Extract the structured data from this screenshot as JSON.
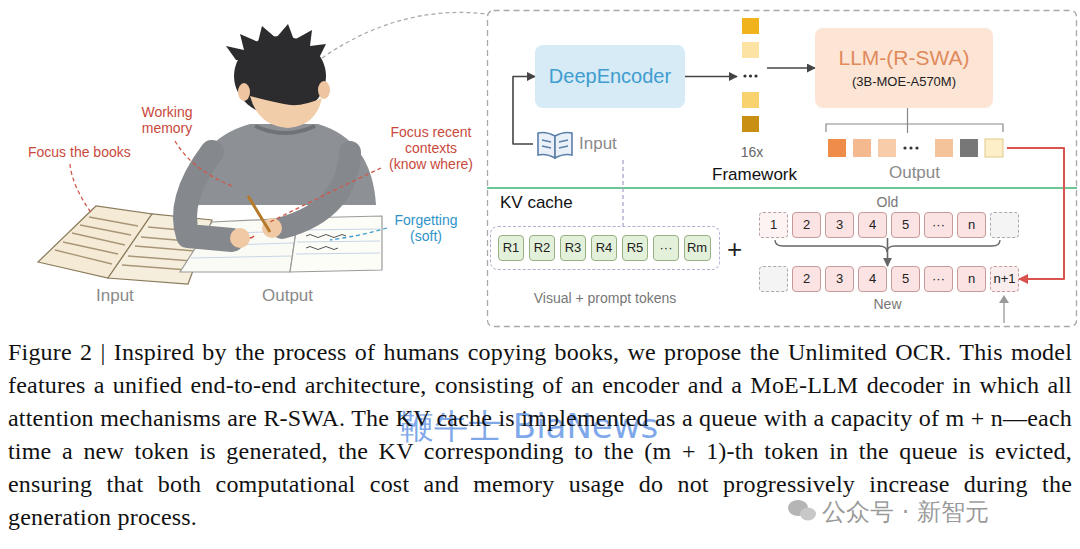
{
  "diagram": {
    "caption": "Figure 2 | Inspired by the process of humans copying books, we propose the Unlimited OCR. This model features a unified end-to-end architecture, consisting of an encoder and a MoE-LLM decoder in which all attention mechanisms are R-SWA. The KV cache is implemented as a queue with a capacity of m + n—each time a new token is generated, the KV corresponding to the (m + 1)-th token in the queue is evicted, ensuring that both computational cost and memory usage do not progressively increase during the generation process.",
    "nodes": [
      {
        "text": [
          "Input"
        ]
      },
      {
        "text": [
          "DeepEncoder"
        ]
      },
      {
        "text": [
          "16x"
        ]
      },
      {
        "text": [
          "LLM-(R-SWA)",
          "(3B-MOE-A570M)"
        ]
      },
      {
        "text": [
          "Output"
        ]
      },
      {
        "text": [
          "Visual + prompt tokens"
        ]
      },
      {
        "text": [
          "R1"
        ],
        "in": 5
      },
      {
        "text": [
          "R2"
        ],
        "in": 5
      },
      {
        "text": [
          "R3"
        ],
        "in": 5
      },
      {
        "text": [
          "R4"
        ],
        "in": 5
      },
      {
        "text": [
          "R5"
        ],
        "in": 5
      },
      {
        "text": [
          "···"
        ],
        "in": 5
      },
      {
        "text": [
          "Rm"
        ],
        "in": 5
      },
      {
        "text": [
          "Old"
        ]
      },
      {
        "text": [
          "1"
        ],
        "in": 13
      },
      {
        "text": [
          "2"
        ],
        "in": 13
      },
      {
        "text": [
          "3"
        ],
        "in": 13
      },
      {
        "text": [
          "4"
        ],
        "in": 13
      },
      {
        "text": [
          "5"
        ],
        "in": 13
      },
      {
        "text": [
          "···"
        ],
        "in": 13
      },
      {
        "text": [
          "n"
        ],
        "in": 13
      },
      {
        "text": [
          "New"
        ]
      },
      {
        "text": [
          "2"
        ],
        "in": 21
      },
      {
        "text": [
          "3"
        ],
        "in": 21
      },
      {
        "text": [
          "4"
        ],
        "in": 21
      },
      {
        "text": [
          "5"
        ],
        "in": 21
      },
      {
        "text": [
          "···"
        ],
        "in": 21
      },
      {
        "text": [
          "n"
        ],
        "in": 21
      },
      {
        "text": [
          "n+1"
        ],
        "in": 21
      }
    ],
    "edges": [
      {
        "from": 0,
        "to": 1,
        "arrow": "to"
      },
      {
        "from": 1,
        "to": 2,
        "arrow": "to"
      },
      {
        "from": 2,
        "to": 3,
        "arrow": "to"
      },
      {
        "from": 3,
        "to": 4,
        "arrow": "none"
      },
      {
        "from": 4,
        "to": 28,
        "arrow": "to"
      },
      {
        "from": 0,
        "to": 5,
        "arrow": "none"
      },
      {
        "from": 13,
        "to": 21,
        "arrow": "to"
      }
    ],
    "labels": [
      "Working memory",
      "Focus the books",
      "Focus recent contexts (know where)",
      "Forgetting (soft)",
      "Input",
      "Output",
      "Framework",
      "KV cache",
      "+",
      "鞭牛士 BiaNews",
      "公众号 · 新智元"
    ]
  }
}
